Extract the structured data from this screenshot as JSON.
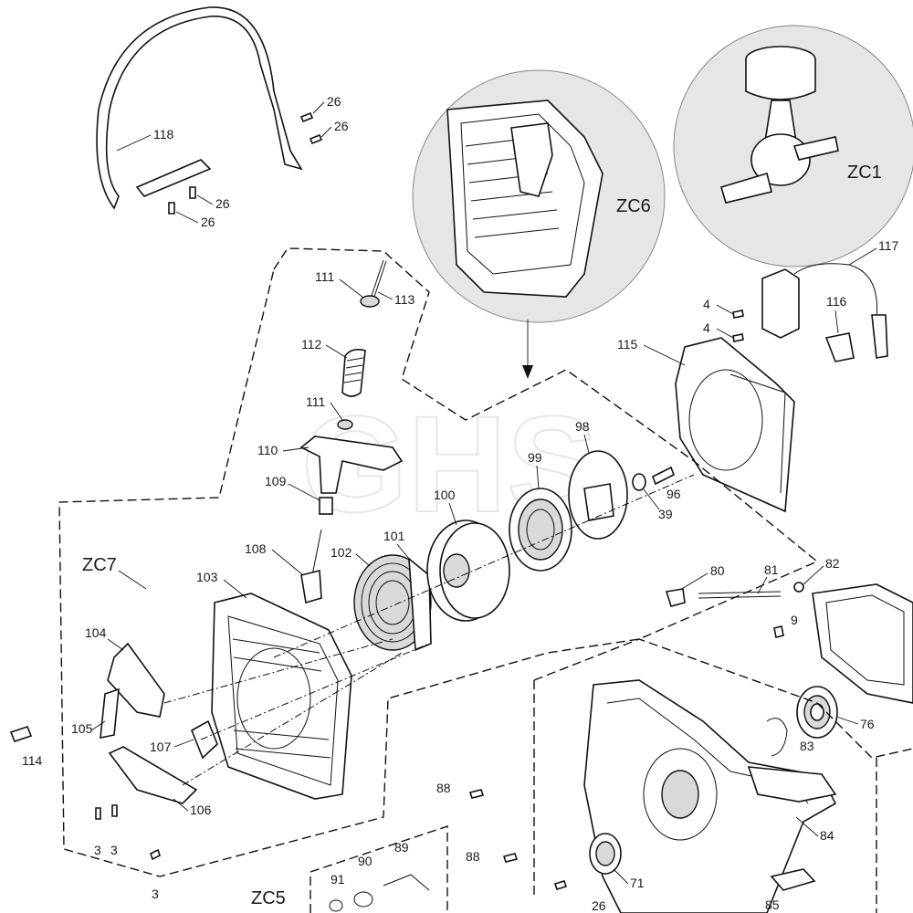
{
  "watermark": "GHS",
  "callouts": {
    "zc6": "ZC6",
    "zc1": "ZC1",
    "zc7": "ZC7",
    "zc5": "ZC5"
  },
  "labels": {
    "l118": "118",
    "l26a": "26",
    "l26b": "26",
    "l26c": "26",
    "l26d": "26",
    "l26e": "26",
    "l117": "117",
    "l116": "116",
    "l4a": "4",
    "l4b": "4",
    "l115": "115",
    "l111a": "111",
    "l113": "113",
    "l112": "112",
    "l111b": "111",
    "l110": "110",
    "l109": "109",
    "l108": "108",
    "l103": "103",
    "l104": "104",
    "l105": "105",
    "l114": "114",
    "l107": "107",
    "l106": "106",
    "l3a": "3",
    "l3b": "3",
    "l3c": "3",
    "l102": "102",
    "l101": "101",
    "l100": "100",
    "l99": "99",
    "l98": "98",
    "l96": "96",
    "l39": "39",
    "l80": "80",
    "l81": "81",
    "l82": "82",
    "l9": "9",
    "l76": "76",
    "l83": "83",
    "l84": "84",
    "l88a": "88",
    "l88b": "88",
    "l89": "89",
    "l90": "90",
    "l91": "91",
    "l71": "71",
    "l85": "85"
  },
  "icons": {
    "handle_bar": "front-handle-bar-icon",
    "piston": "piston-crankshaft-icon",
    "starter_cover": "starter-cover-icon",
    "ignition_coil": "ignition-coil-icon",
    "flywheel_cover": "flywheel-cover-icon",
    "recoil_spring": "recoil-spring-icon",
    "rope_pulley": "rope-pulley-icon",
    "crankcase": "crankcase-icon"
  }
}
